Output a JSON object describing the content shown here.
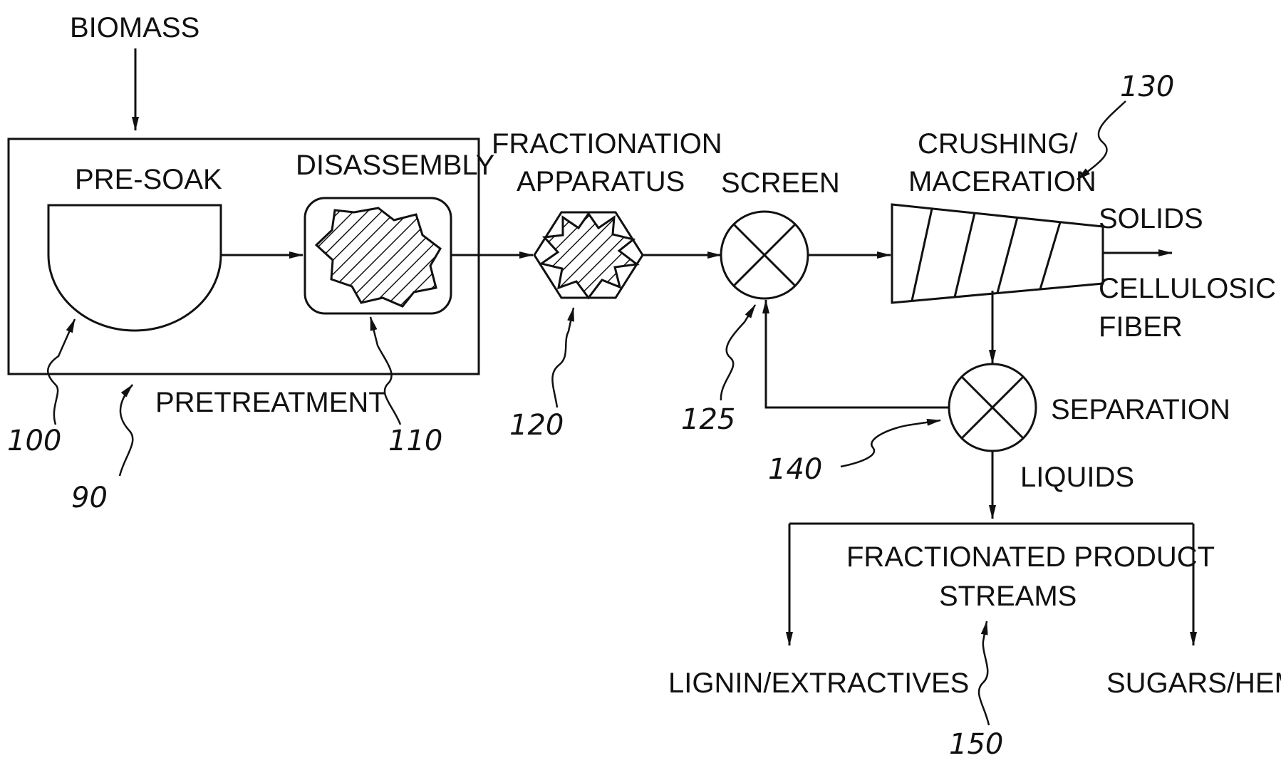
{
  "labels": {
    "biomass": "BIOMASS",
    "pre_soak": "PRE-SOAK",
    "disassembly": "DISASSEMBLY",
    "pretreatment": "PRETREATMENT",
    "fractionation_line1": "FRACTIONATION",
    "fractionation_line2": "APPARATUS",
    "screen": "SCREEN",
    "crushing_line1": "CRUSHING/",
    "crushing_line2": "MACERATION",
    "solids": "SOLIDS",
    "cellulosic_line1": "CELLULOSIC",
    "cellulosic_line2": "FIBER",
    "separation": "SEPARATION",
    "liquids": "LIQUIDS",
    "product_streams_line1": "FRACTIONATED PRODUCT",
    "product_streams_line2": "STREAMS",
    "lignin": "LIGNIN/EXTRACTIVES",
    "sugars": "SUGARS/HEMIS"
  },
  "refs": {
    "r90": "90",
    "r100": "100",
    "r110": "110",
    "r120": "120",
    "r125": "125",
    "r130": "130",
    "r140": "140",
    "r150": "150"
  }
}
